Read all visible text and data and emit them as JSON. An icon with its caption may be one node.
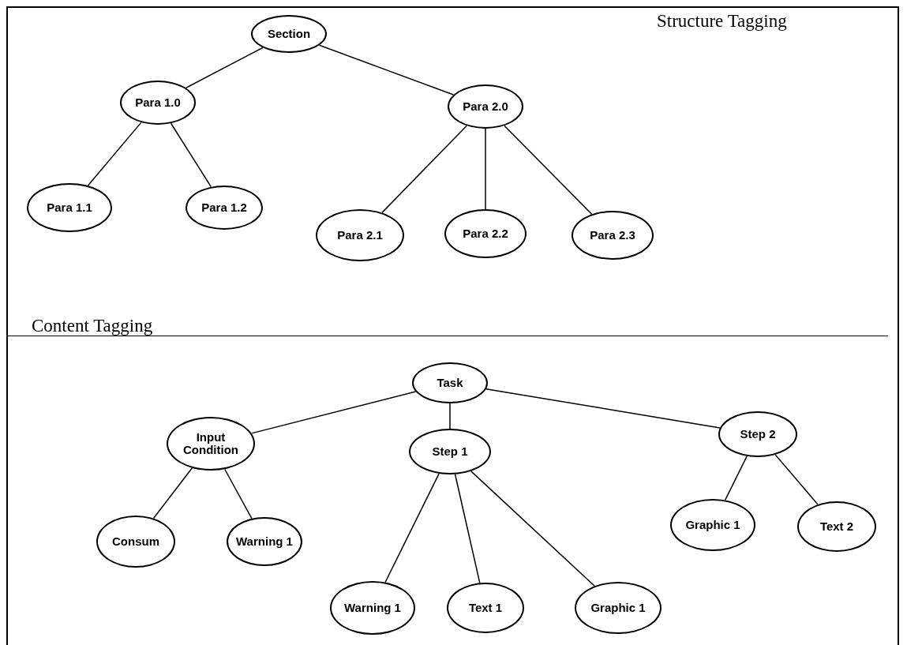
{
  "diagram": {
    "nodes": [
      {
        "text": [
          "Section"
        ]
      },
      {
        "text": [
          "Para 1.0"
        ]
      },
      {
        "text": [
          "Para 2.0"
        ]
      },
      {
        "text": [
          "Para 1.1"
        ]
      },
      {
        "text": [
          "Para 1.2"
        ]
      },
      {
        "text": [
          "Para 2.1"
        ]
      },
      {
        "text": [
          "Para 2.2"
        ]
      },
      {
        "text": [
          "Para 2.3"
        ]
      },
      {
        "text": [
          "Task"
        ]
      },
      {
        "text": [
          "Input Condition"
        ]
      },
      {
        "text": [
          "Step 1"
        ]
      },
      {
        "text": [
          "Step 2"
        ]
      },
      {
        "text": [
          "Consum"
        ]
      },
      {
        "text": [
          "Warning 1"
        ]
      },
      {
        "text": [
          "Warning 1"
        ]
      },
      {
        "text": [
          "Text 1"
        ]
      },
      {
        "text": [
          "Graphic 1"
        ]
      },
      {
        "text": [
          "Graphic 1"
        ]
      },
      {
        "text": [
          "Text 2"
        ]
      }
    ],
    "edges": [
      {
        "from": 0,
        "to": 1,
        "arrow": "none"
      },
      {
        "from": 0,
        "to": 2,
        "arrow": "none"
      },
      {
        "from": 1,
        "to": 3,
        "arrow": "none"
      },
      {
        "from": 1,
        "to": 4,
        "arrow": "none"
      },
      {
        "from": 2,
        "to": 5,
        "arrow": "none"
      },
      {
        "from": 2,
        "to": 6,
        "arrow": "none"
      },
      {
        "from": 2,
        "to": 7,
        "arrow": "none"
      },
      {
        "from": 8,
        "to": 9,
        "arrow": "none"
      },
      {
        "from": 8,
        "to": 10,
        "arrow": "none"
      },
      {
        "from": 8,
        "to": 11,
        "arrow": "none"
      },
      {
        "from": 9,
        "to": 12,
        "arrow": "none"
      },
      {
        "from": 9,
        "to": 13,
        "arrow": "none"
      },
      {
        "from": 10,
        "to": 14,
        "arrow": "none"
      },
      {
        "from": 10,
        "to": 15,
        "arrow": "none"
      },
      {
        "from": 10,
        "to": 16,
        "arrow": "none"
      },
      {
        "from": 11,
        "to": 17,
        "arrow": "none"
      },
      {
        "from": 11,
        "to": 18,
        "arrow": "none"
      }
    ],
    "labels": [
      "Structure Tagging",
      "Content Tagging"
    ]
  }
}
